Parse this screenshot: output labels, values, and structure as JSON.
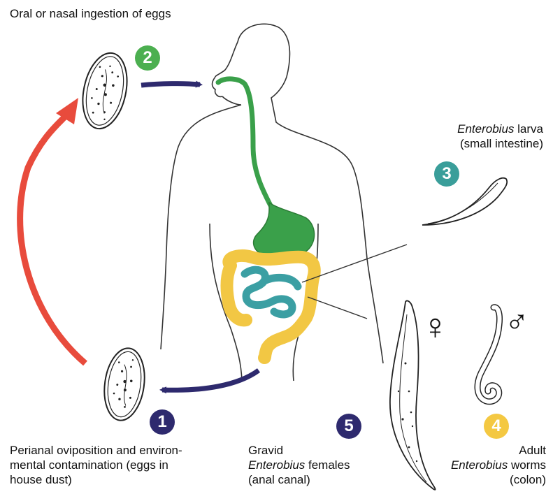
{
  "labels": {
    "oral": "Oral or nasal ingestion of eggs",
    "larva_name": "Enterobius",
    "larva_rest": " larva",
    "larva_loc": "(small intestine)",
    "perianal_1": "Perianal oviposition and environ-",
    "perianal_2": "mental contamination (eggs in",
    "perianal_3": "house dust)",
    "gravid_1": "Gravid",
    "gravid_name": "Enterobius",
    "gravid_rest": " females",
    "gravid_loc": "(anal canal)",
    "adult_1": "Adult",
    "adult_name": "Enterobius",
    "adult_rest": " worms",
    "adult_loc": "(colon)"
  },
  "steps": [
    {
      "number": "1",
      "color": "#2e2a6e"
    },
    {
      "number": "2",
      "color": "#4caf50"
    },
    {
      "number": "3",
      "color": "#3a9e9a"
    },
    {
      "number": "4",
      "color": "#f4c842"
    },
    {
      "number": "5",
      "color": "#2e2a6e"
    }
  ],
  "symbols": {
    "female": "♀",
    "male": "♂"
  },
  "colors": {
    "digestive": "#3aa04a",
    "colon": "#f2c744",
    "small_intestine": "#3b9fa3",
    "arrow_navy": "#2e2a6e",
    "arrow_red": "#e84b3c"
  }
}
